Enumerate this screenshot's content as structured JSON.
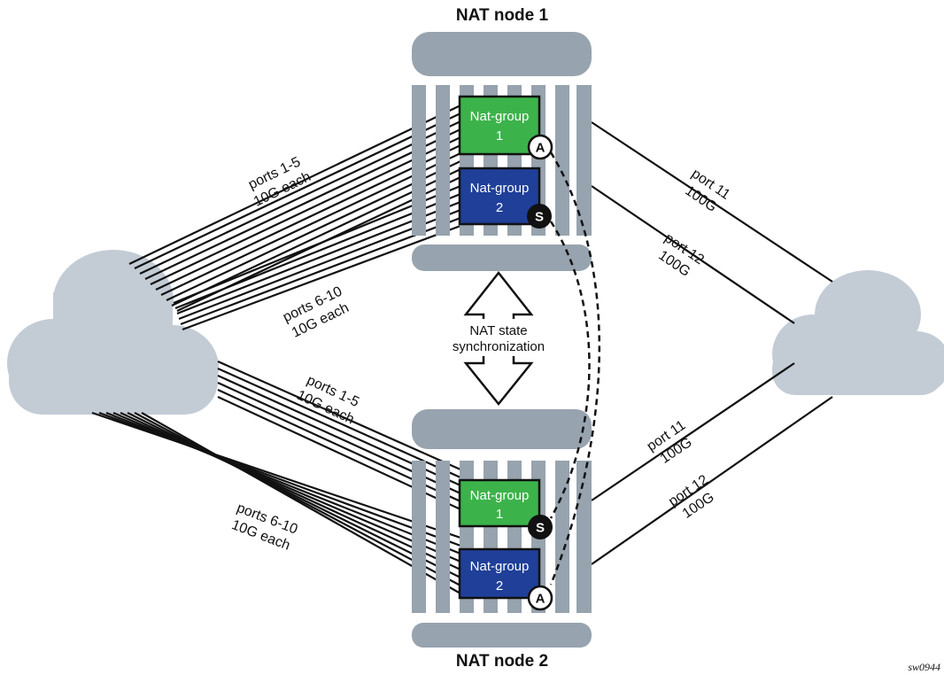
{
  "node1": {
    "title": "NAT node 1",
    "groups": [
      {
        "label": "Nat-group",
        "number": "1",
        "color": "#3cb34a",
        "badge": "A"
      },
      {
        "label": "Nat-group",
        "number": "2",
        "color": "#1f3f99",
        "badge": "S"
      }
    ],
    "links_left": [
      {
        "line1": "ports 1-5",
        "line2": "10G each"
      },
      {
        "line1": "ports 6-10",
        "line2": "10G each"
      }
    ],
    "links_right": [
      {
        "line1": "port 11",
        "line2": "100G"
      },
      {
        "line1": "port 12",
        "line2": "100G"
      }
    ]
  },
  "node2": {
    "title": "NAT node 2",
    "groups": [
      {
        "label": "Nat-group",
        "number": "1",
        "color": "#3cb34a",
        "badge": "S"
      },
      {
        "label": "Nat-group",
        "number": "2",
        "color": "#1f3f99",
        "badge": "A"
      }
    ],
    "links_left": [
      {
        "line1": "ports 1-5",
        "line2": "10G each"
      },
      {
        "line1": "ports 6-10",
        "line2": "10G each"
      }
    ],
    "links_right": [
      {
        "line1": "port 11",
        "line2": "100G"
      },
      {
        "line1": "port 12",
        "line2": "100G"
      }
    ]
  },
  "sync": {
    "line1": "NAT state",
    "line2": "synchronization"
  },
  "figure_ref": "sw0944",
  "colors": {
    "chassis": "#97a3ae",
    "cloud": "#c3ccd5",
    "line": "#111111"
  }
}
